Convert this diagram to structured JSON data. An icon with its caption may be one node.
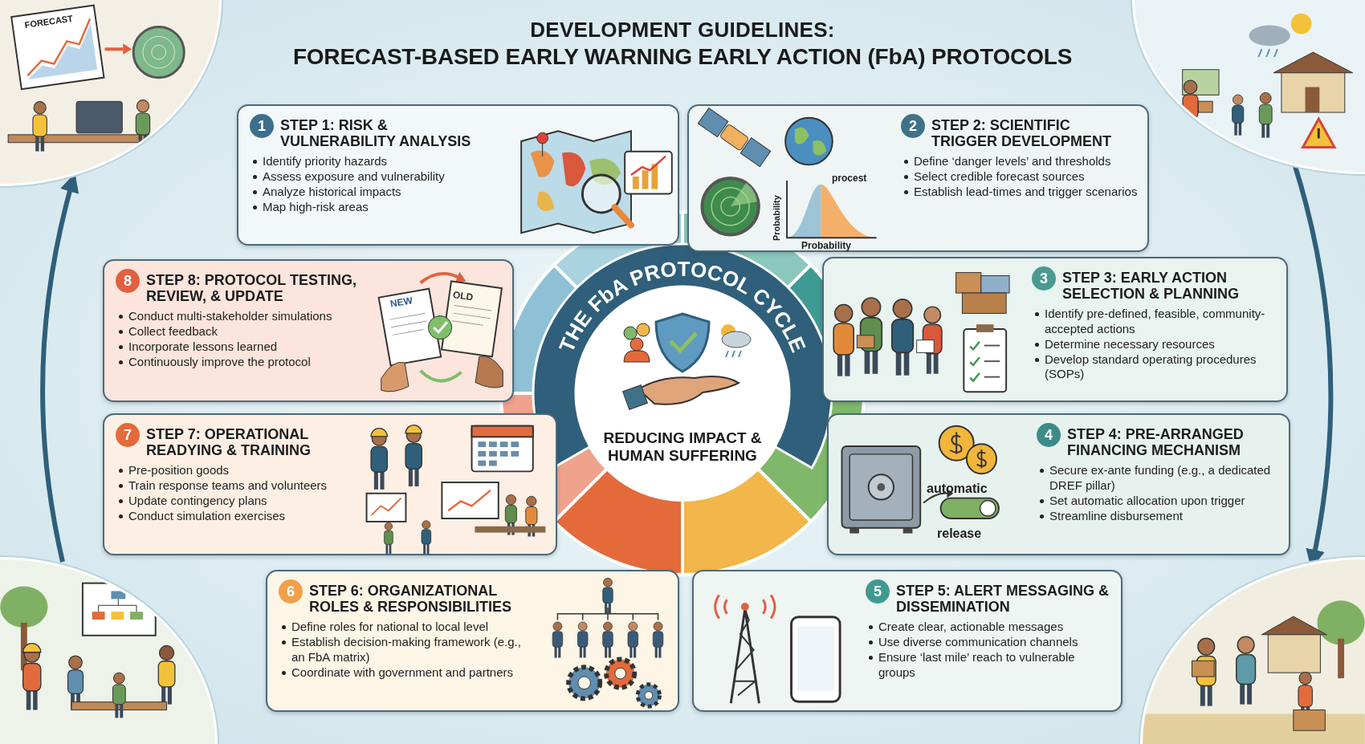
{
  "diagram": {
    "title": "FORECAST-BASED EARLY WARNING EARLY ACTION (FbA) PROTOCOLS",
    "nodes": [
      {
        "text": [],
        "shape": "picture"
      },
      {
        "text": [
          "1",
          "STEP 1: RISK & VULNERABILITY ANALYSIS",
          "Identify priority hazards",
          "Assess exposure and vulnerability",
          "Analyze historical impacts",
          "Map high-risk areas"
        ]
      },
      {
        "text": [
          "2",
          "STEP 2: SCIENTIFIC TRIGGER DEVELOPMENT",
          "Define ‘danger levels’ and thresholds",
          "Select credible forecast sources",
          "Establish lead-times and trigger scenarios"
        ]
      },
      {
        "text": [],
        "shape": "picture"
      },
      {
        "text": [
          "8",
          "STEP 8: PROTOCOL TESTING, REVIEW, & UPDATE",
          "Conduct multi-stakeholder simulations",
          "Collect feedback",
          "Incorporate lessons learned",
          "Continuously improve the protocol"
        ]
      },
      {
        "text": [
          "THE FbA PROTOCOL CYCLE",
          "REDUCING IMPACT & HUMAN SUFFERING"
        ]
      },
      {
        "text": [
          "3",
          "STEP 3: EARLY ACTION SELECTION & PLANNING",
          "Identify pre-defined, feasible, community-accepted actions",
          "Determine necessary resources",
          "Develop standard operating procedures (SOPs)"
        ]
      },
      {
        "text": [
          "7",
          "STEP 7: OPERATIONAL READYING & TRAINING",
          "Pre-position goods",
          "Train response teams and volunteers",
          "Update contingency plans",
          "Conduct simulation exercises"
        ]
      },
      {
        "text": [
          "4",
          "STEP 4: PRE-ARRANGED FINANCING MECHANISM",
          "Secure ex-ante funding (e.g., a dedicated DREF pillar)",
          "Set automatic allocation upon trigger",
          "Streamline disbursement"
        ]
      },
      {
        "text": [],
        "shape": "picture"
      },
      {
        "text": [
          "6",
          "STEP 6: ORGANIZATIONAL ROLES & RESPONSIBILITIES",
          "Define roles for national to local level",
          "Establish decision-making framework (e.g., an FbA matrix)",
          "Coordinate with government and partners"
        ]
      },
      {
        "text": [
          "5",
          "STEP 5: ALERT MESSAGING & DISSEMINATION",
          "Create clear, actionable messages",
          "Use diverse communication channels",
          "Ensure ‘last mile’ reach to vulnerable groups"
        ]
      },
      {
        "text": [],
        "shape": "picture"
      }
    ],
    "edges": [
      {
        "from": 9,
        "to": 0,
        "arrow": "to"
      },
      {
        "from": 3,
        "to": 12,
        "arrow": "to"
      }
    ],
    "labels": [
      "DEVELOPMENT GUIDELINES:",
      "FORECAST",
      "procest",
      "Probability",
      "Probability",
      "NEW",
      "OLD",
      "automatic",
      "release"
    ]
  }
}
